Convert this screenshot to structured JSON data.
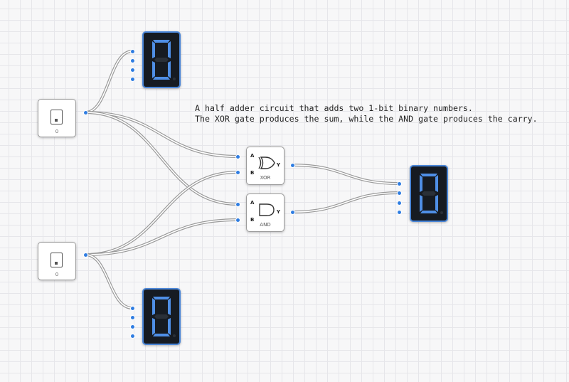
{
  "description": {
    "line1": "A half adder circuit that adds two 1-bit binary numbers.",
    "line2": "The XOR gate produces the sum, while the AND gate produces the carry."
  },
  "switches": [
    {
      "id": "switch-a",
      "value": "0"
    },
    {
      "id": "switch-b",
      "value": "0"
    }
  ],
  "gates": [
    {
      "id": "xor-gate",
      "type": "XOR",
      "label": "XOR",
      "inputs": [
        "A",
        "B"
      ],
      "output": "Y"
    },
    {
      "id": "and-gate",
      "type": "AND",
      "label": "AND",
      "inputs": [
        "A",
        "B"
      ],
      "output": "Y"
    }
  ],
  "displays": [
    {
      "id": "display-a",
      "digit": "0"
    },
    {
      "id": "display-b",
      "digit": "0"
    },
    {
      "id": "display-result",
      "digit": "0"
    }
  ],
  "colors": {
    "wire": "#9a9a9a",
    "port": "#2f7de1",
    "segment_on": "#4f8fe6",
    "display_border": "#4a86d8"
  }
}
